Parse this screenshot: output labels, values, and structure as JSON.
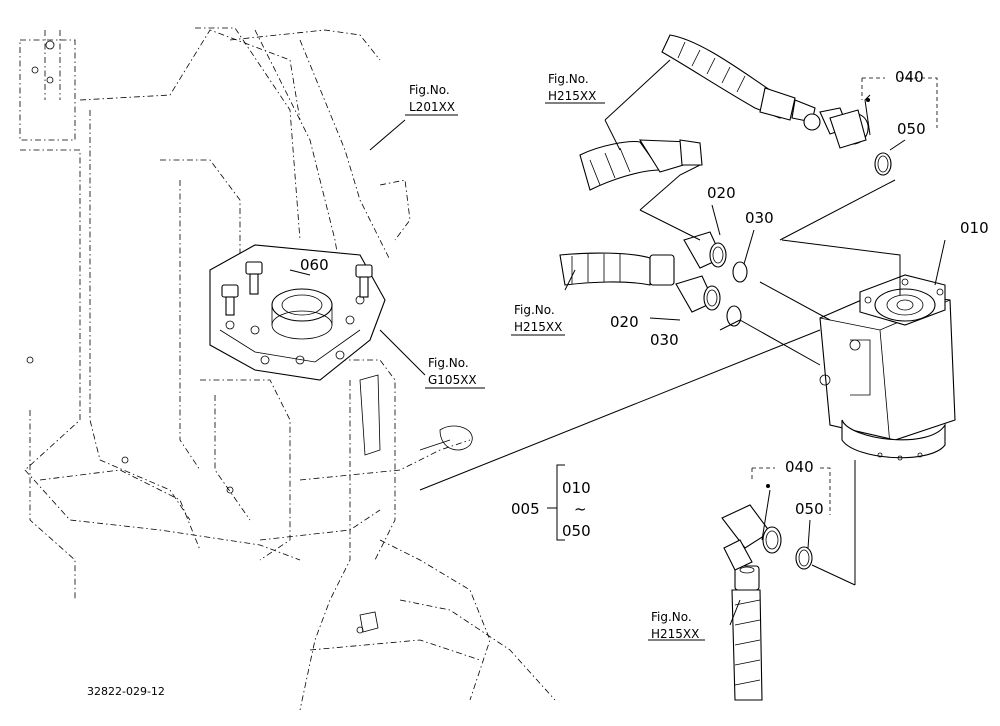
{
  "diagram_id": "32822-029-12",
  "callouts": {
    "c010": "010",
    "c020a": "020",
    "c020b": "020",
    "c030a": "030",
    "c030b": "030",
    "c040a": "040",
    "c040b": "040",
    "c050a": "050",
    "c050b": "050",
    "c060": "060",
    "c005": "005",
    "range_start": "010",
    "range_tilde": "~",
    "range_end": "050"
  },
  "figure_refs": [
    {
      "label": "Fig.No.",
      "code": "L201XX"
    },
    {
      "label": "Fig.No.",
      "code": "H215XX"
    },
    {
      "label": "Fig.No.",
      "code": "H215XX"
    },
    {
      "label": "Fig.No.",
      "code": "G105XX"
    },
    {
      "label": "Fig.No.",
      "code": "H215XX"
    }
  ]
}
